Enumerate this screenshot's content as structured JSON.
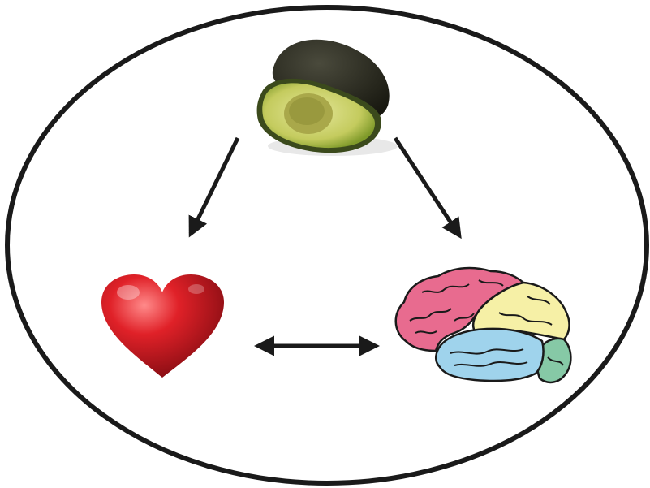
{
  "diagram": {
    "nodes": [
      {
        "id": "avocado",
        "icon": "avocado-icon"
      },
      {
        "id": "heart",
        "icon": "heart-icon"
      },
      {
        "id": "brain",
        "icon": "brain-icon"
      }
    ],
    "edges": [
      {
        "from": "avocado",
        "to": "heart",
        "direction": "forward"
      },
      {
        "from": "avocado",
        "to": "brain",
        "direction": "forward"
      },
      {
        "from": "heart",
        "to": "brain",
        "direction": "both"
      }
    ],
    "colors": {
      "outline": "#1a1a1a",
      "avocado_skin": "#2b2b22",
      "avocado_flesh": "#c9cf6a",
      "avocado_pit_hollow": "#a8a74a",
      "heart": "#c8141c",
      "brain_frontal": "#e86b8f",
      "brain_parietal": "#f6f0a6",
      "brain_temporal": "#9fd3ec",
      "brain_occipital": "#86c9a6"
    }
  }
}
